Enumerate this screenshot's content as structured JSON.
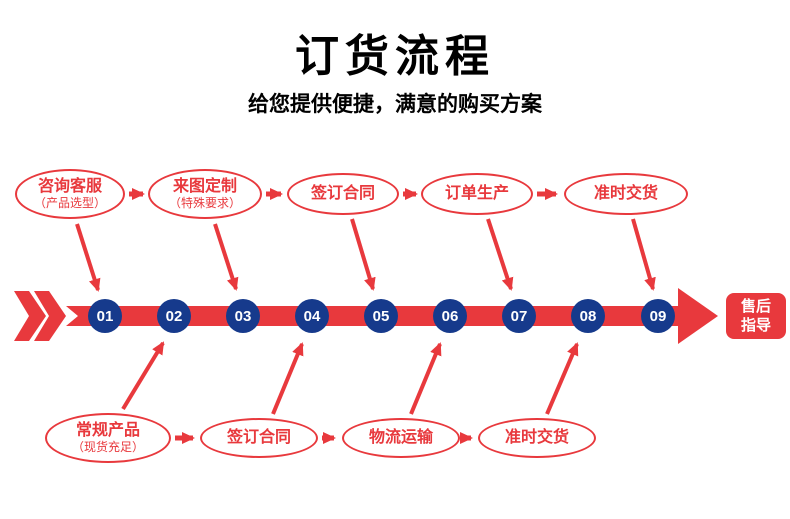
{
  "title": "订货流程",
  "subtitle": "给您提供便捷，满意的购买方案",
  "colors": {
    "accent_red": "#e8393d",
    "circle_blue": "#163a8c",
    "text_black": "#000000"
  },
  "top_steps": [
    {
      "label": "咨询客服",
      "sublabel": "（产品选型）"
    },
    {
      "label": "来图定制",
      "sublabel": "（特殊要求）"
    },
    {
      "label": "签订合同"
    },
    {
      "label": "订单生产"
    },
    {
      "label": "准时交货"
    }
  ],
  "bottom_steps": [
    {
      "label": "常规产品",
      "sublabel": "（现货充足）"
    },
    {
      "label": "签订合同"
    },
    {
      "label": "物流运输"
    },
    {
      "label": "准时交货"
    }
  ],
  "timeline_numbers": [
    "01",
    "02",
    "03",
    "04",
    "05",
    "06",
    "07",
    "08",
    "09"
  ],
  "end_label": {
    "line1": "售后",
    "line2": "指导"
  }
}
